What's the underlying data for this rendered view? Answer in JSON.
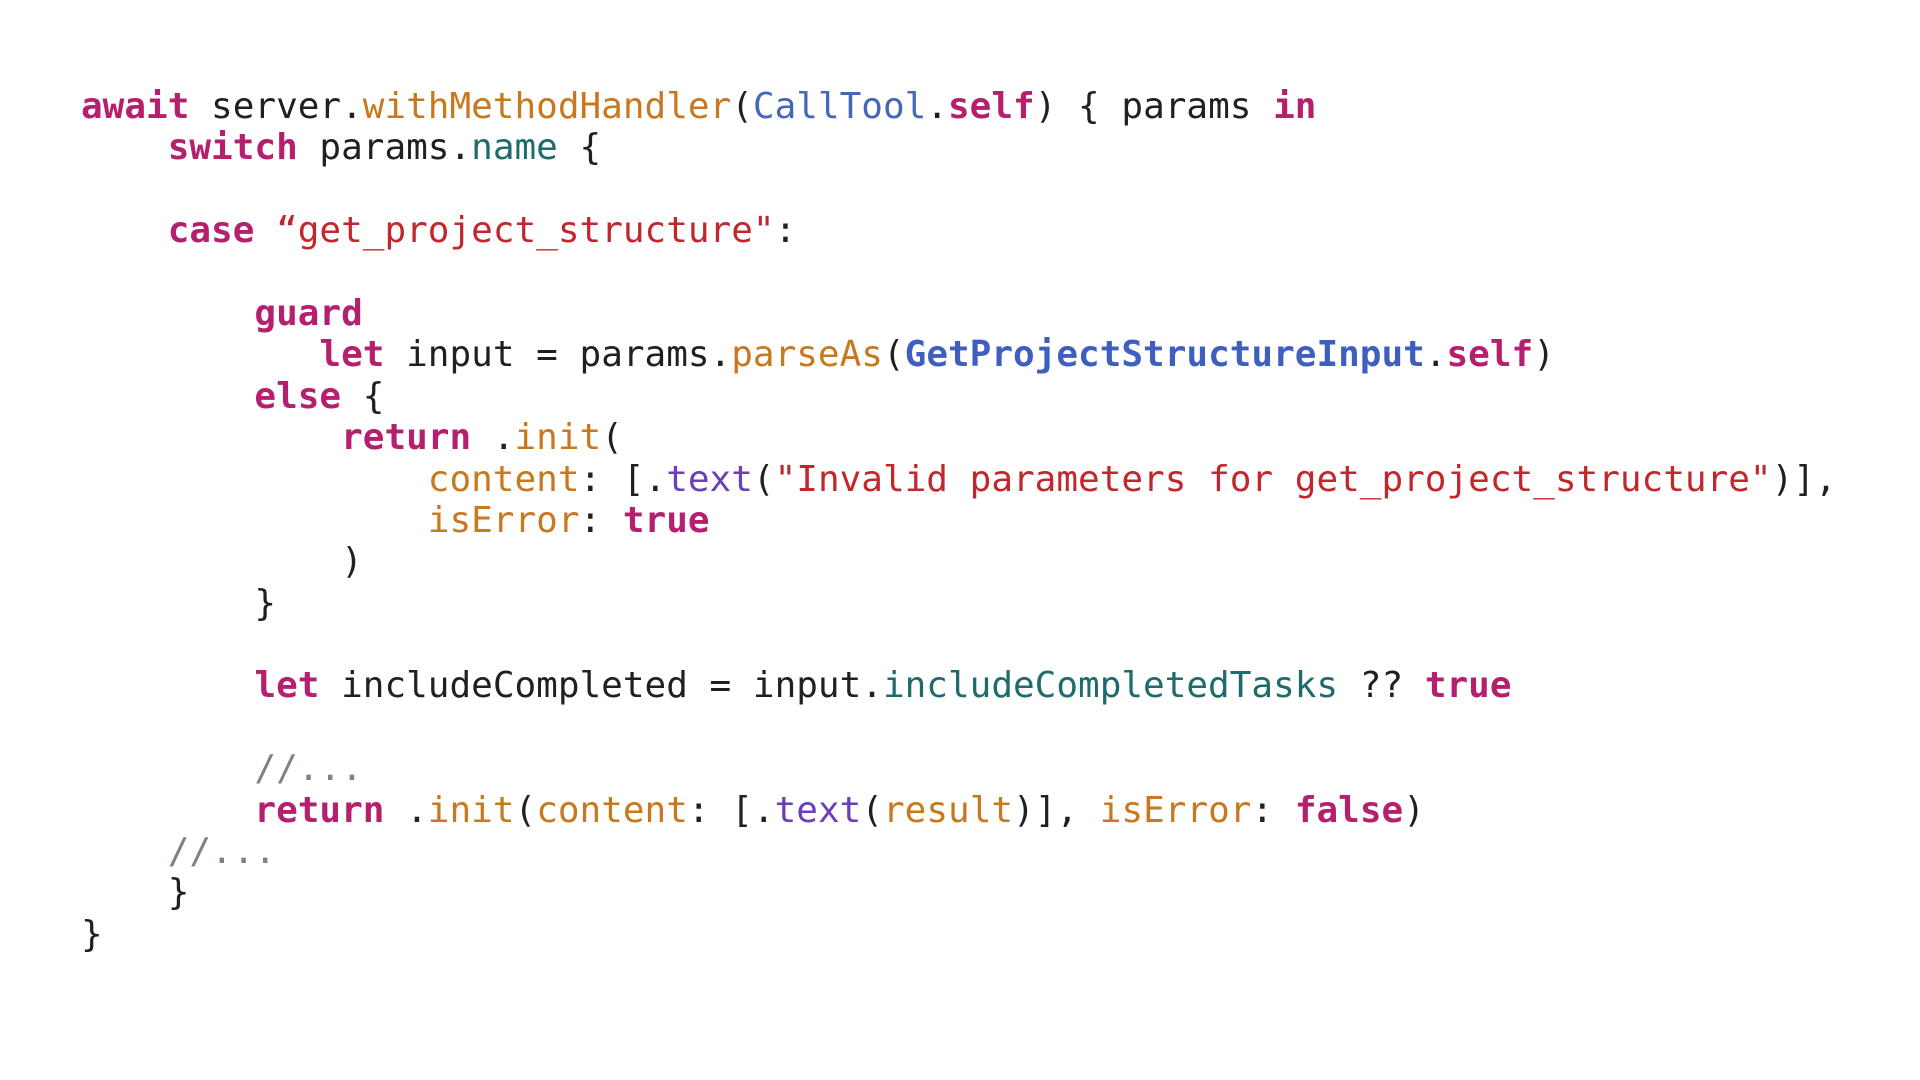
{
  "code": {
    "lines": [
      {
        "indent": 0,
        "tokens": [
          {
            "t": "await",
            "c": "keyword"
          },
          {
            "t": " server.",
            "c": "plain"
          },
          {
            "t": "withMethodHandler",
            "c": "func"
          },
          {
            "t": "(",
            "c": "plain"
          },
          {
            "t": "CallTool",
            "c": "type"
          },
          {
            "t": ".",
            "c": "plain"
          },
          {
            "t": "self",
            "c": "keyword"
          },
          {
            "t": ") { params ",
            "c": "plain"
          },
          {
            "t": "in",
            "c": "keyword"
          }
        ]
      },
      {
        "indent": 4,
        "tokens": [
          {
            "t": "switch",
            "c": "keyword"
          },
          {
            "t": " params.",
            "c": "plain"
          },
          {
            "t": "name",
            "c": "prop"
          },
          {
            "t": " {",
            "c": "plain"
          }
        ]
      },
      {
        "indent": 0,
        "tokens": []
      },
      {
        "indent": 4,
        "tokens": [
          {
            "t": "case",
            "c": "keyword"
          },
          {
            "t": " “get_project_structure\"",
            "c": "string"
          },
          {
            "t": ":",
            "c": "plain"
          }
        ]
      },
      {
        "indent": 0,
        "tokens": []
      },
      {
        "indent": 8,
        "tokens": [
          {
            "t": "guard",
            "c": "keyword"
          }
        ]
      },
      {
        "indent": 11,
        "tokens": [
          {
            "t": "let",
            "c": "keyword"
          },
          {
            "t": " input = params.",
            "c": "plain"
          },
          {
            "t": "parseAs",
            "c": "func"
          },
          {
            "t": "(",
            "c": "plain"
          },
          {
            "t": "GetProjectStructureInput",
            "c": "type-bold"
          },
          {
            "t": ".",
            "c": "plain"
          },
          {
            "t": "self",
            "c": "keyword"
          },
          {
            "t": ")",
            "c": "plain"
          }
        ]
      },
      {
        "indent": 8,
        "tokens": [
          {
            "t": "else",
            "c": "keyword"
          },
          {
            "t": " {",
            "c": "plain"
          }
        ]
      },
      {
        "indent": 12,
        "tokens": [
          {
            "t": "return",
            "c": "keyword"
          },
          {
            "t": " .",
            "c": "plain"
          },
          {
            "t": "init",
            "c": "func"
          },
          {
            "t": "(",
            "c": "plain"
          }
        ]
      },
      {
        "indent": 16,
        "tokens": [
          {
            "t": "content",
            "c": "func"
          },
          {
            "t": ": [.",
            "c": "plain"
          },
          {
            "t": "text",
            "c": "method"
          },
          {
            "t": "(",
            "c": "plain"
          },
          {
            "t": "\"Invalid parameters for get_project_structure\"",
            "c": "string"
          },
          {
            "t": ")],",
            "c": "plain"
          }
        ]
      },
      {
        "indent": 16,
        "tokens": [
          {
            "t": "isError",
            "c": "func"
          },
          {
            "t": ": ",
            "c": "plain"
          },
          {
            "t": "true",
            "c": "keyword"
          }
        ]
      },
      {
        "indent": 12,
        "tokens": [
          {
            "t": ")",
            "c": "plain"
          }
        ]
      },
      {
        "indent": 8,
        "tokens": [
          {
            "t": "}",
            "c": "plain"
          }
        ]
      },
      {
        "indent": 0,
        "tokens": []
      },
      {
        "indent": 8,
        "tokens": [
          {
            "t": "let",
            "c": "keyword"
          },
          {
            "t": " includeCompleted = input.",
            "c": "plain"
          },
          {
            "t": "includeCompletedTasks",
            "c": "prop"
          },
          {
            "t": " ?? ",
            "c": "plain"
          },
          {
            "t": "true",
            "c": "keyword"
          }
        ]
      },
      {
        "indent": 0,
        "tokens": []
      },
      {
        "indent": 8,
        "tokens": [
          {
            "t": "//...",
            "c": "comment"
          }
        ]
      },
      {
        "indent": 8,
        "tokens": [
          {
            "t": "return",
            "c": "keyword"
          },
          {
            "t": " .",
            "c": "plain"
          },
          {
            "t": "init",
            "c": "func"
          },
          {
            "t": "(",
            "c": "plain"
          },
          {
            "t": "content",
            "c": "func"
          },
          {
            "t": ": [.",
            "c": "plain"
          },
          {
            "t": "text",
            "c": "method"
          },
          {
            "t": "(",
            "c": "plain"
          },
          {
            "t": "result",
            "c": "func"
          },
          {
            "t": ")], ",
            "c": "plain"
          },
          {
            "t": "isError",
            "c": "func"
          },
          {
            "t": ": ",
            "c": "plain"
          },
          {
            "t": "false",
            "c": "keyword"
          },
          {
            "t": ")",
            "c": "plain"
          }
        ]
      },
      {
        "indent": 4,
        "tokens": [
          {
            "t": "//...",
            "c": "comment"
          }
        ]
      },
      {
        "indent": 4,
        "tokens": [
          {
            "t": "}",
            "c": "plain"
          }
        ]
      },
      {
        "indent": 0,
        "tokens": [
          {
            "t": "}",
            "c": "plain"
          }
        ]
      }
    ]
  },
  "colors": {
    "keyword": "#b41f6e",
    "plain": "#1f1f24",
    "func": "#c8781e",
    "type": "#4467b8",
    "prop": "#1d6b6d",
    "string": "#c1272d",
    "comment": "#7d8289",
    "method": "#6b3fb7",
    "background": "#ffffff"
  }
}
